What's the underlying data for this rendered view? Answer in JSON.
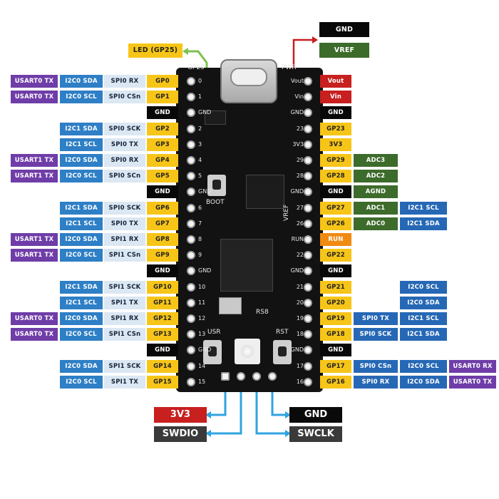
{
  "top": {
    "led_label": "LED (GP25)",
    "gnd_label": "GND",
    "vref_label": "VREF"
  },
  "left_rows": [
    {
      "usart": "USART0 TX",
      "i2c": "I2C0 SDA",
      "spi": "SPI0 RX",
      "gp": "GP0"
    },
    {
      "usart": "USART0 TX",
      "i2c": "I2C0 SCL",
      "spi": "SPI0 CSn",
      "gp": "GP1"
    },
    {
      "gnd": "GND"
    },
    {
      "usart": "",
      "i2c": "I2C1 SDA",
      "spi": "SPI0 SCK",
      "gp": "GP2"
    },
    {
      "usart": "",
      "i2c": "I2C1 SCL",
      "spi": "SPI0 TX",
      "gp": "GP3"
    },
    {
      "usart": "USART1 TX",
      "i2c": "I2C0 SDA",
      "spi": "SPI0 RX",
      "gp": "GP4"
    },
    {
      "usart": "USART1 TX",
      "i2c": "I2C0 SCL",
      "spi": "SPI0 SCn",
      "gp": "GP5"
    },
    {
      "gnd": "GND"
    },
    {
      "usart": "",
      "i2c": "I2C1 SDA",
      "spi": "SPI0 SCK",
      "gp": "GP6"
    },
    {
      "usart": "",
      "i2c": "I2C1 SCL",
      "spi": "SPI0 TX",
      "gp": "GP7"
    },
    {
      "usart": "USART1 TX",
      "i2c": "I2C0 SDA",
      "spi": "SPI1 RX",
      "gp": "GP8"
    },
    {
      "usart": "USART1 TX",
      "i2c": "I2C0 SCL",
      "spi": "SPI1 CSn",
      "gp": "GP9"
    },
    {
      "gnd": "GND"
    },
    {
      "usart": "",
      "i2c": "I2C1 SDA",
      "spi": "SPI1 SCK",
      "gp": "GP10"
    },
    {
      "usart": "",
      "i2c": "I2C1 SCL",
      "spi": "SPI1 TX",
      "gp": "GP11"
    },
    {
      "usart": "USART0 TX",
      "i2c": "I2C0 SDA",
      "spi": "SPI1 RX",
      "gp": "GP12"
    },
    {
      "usart": "USART0 TX",
      "i2c": "I2C0 SCL",
      "spi": "SPI1 CSn",
      "gp": "GP13"
    },
    {
      "gnd": "GND"
    },
    {
      "usart": "",
      "i2c": "I2C0 SDA",
      "spi": "SPI1 SCK",
      "gp": "GP14"
    },
    {
      "usart": "",
      "i2c": "I2C0 SCL",
      "spi": "SPI1 TX",
      "gp": "GP15"
    }
  ],
  "right_rows": [
    {
      "main": "Vout",
      "kind": "pwr"
    },
    {
      "main": "Vin",
      "kind": "pwr"
    },
    {
      "main": "GND",
      "kind": "gnd"
    },
    {
      "main": "GP23",
      "kind": "gp"
    },
    {
      "main": "3V3",
      "kind": "gp"
    },
    {
      "main": "GP29",
      "kind": "gp",
      "adc": "ADC3"
    },
    {
      "main": "GP28",
      "kind": "gp",
      "adc": "ADC2"
    },
    {
      "main": "GND",
      "kind": "gnd",
      "adc": "AGND"
    },
    {
      "main": "GP27",
      "kind": "gp",
      "adc": "ADC1",
      "i2c": "I2C1 SCL"
    },
    {
      "main": "GP26",
      "kind": "gp",
      "adc": "ADC0",
      "i2c": "I2C1 SDA"
    },
    {
      "main": "RUN",
      "kind": "run"
    },
    {
      "main": "GP22",
      "kind": "gp"
    },
    {
      "main": "GND",
      "kind": "gnd"
    },
    {
      "main": "GP21",
      "kind": "gp",
      "i2c": "I2C0 SCL"
    },
    {
      "main": "GP20",
      "kind": "gp",
      "i2c": "I2C0 SDA"
    },
    {
      "main": "GP19",
      "kind": "gp",
      "spi": "SPI0 TX",
      "i2c": "I2C1 SCL"
    },
    {
      "main": "GP18",
      "kind": "gp",
      "spi": "SPI0 SCK",
      "i2c": "I2C1 SDA"
    },
    {
      "main": "GND",
      "kind": "gnd"
    },
    {
      "main": "GP17",
      "kind": "gp",
      "spi": "SPI0 CSn",
      "i2c": "I2C0 SCL",
      "usart": "USART0 RX"
    },
    {
      "main": "GP16",
      "kind": "gp",
      "spi": "SPI0 RX",
      "i2c": "I2C0 SDA",
      "usart": "USART0 TX"
    }
  ],
  "left_pin_numbers": [
    "0",
    "1",
    "GND",
    "2",
    "3",
    "4",
    "5",
    "GND",
    "6",
    "7",
    "8",
    "9",
    "GND",
    "10",
    "11",
    "12",
    "13",
    "GND",
    "14",
    "15"
  ],
  "right_pin_numbers": [
    "Vout",
    "Vin",
    "GND",
    "23",
    "3V3",
    "29",
    "28",
    "GND",
    "27",
    "26",
    "RUN",
    "22",
    "GND",
    "21",
    "20",
    "19",
    "18",
    "GND",
    "17",
    "16"
  ],
  "board_silk": {
    "gp25": "GP25",
    "pwr": "PWR",
    "boot": "BOOT",
    "vref": "VREF",
    "rs8": "RS8",
    "usr": "USR",
    "rst": "RST"
  },
  "debug": {
    "v33": "3V3",
    "swdio": "SWDIO",
    "gnd": "GND",
    "swclk": "SWCLK"
  },
  "colors": {
    "usart": "#6f3da8",
    "i2c": "#2e7fc6",
    "spi": "#dbe7f3",
    "gp": "#f7c518",
    "gnd": "#080808",
    "power": "#c81f1f",
    "adc": "#3d6b2b",
    "run": "#f08a11",
    "led_wire": "#7cc24e",
    "vref_wire": "#c81f1f",
    "debug_wire": "#2fa4e0"
  }
}
